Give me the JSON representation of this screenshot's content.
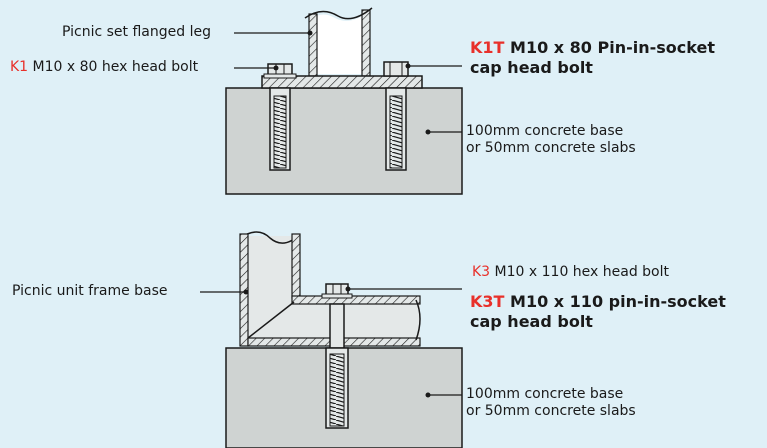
{
  "top": {
    "leg_label": "Picnic set flanged leg",
    "k1_code": "K1",
    "k1_text": " M10 x 80 hex head bolt",
    "k1t_code": "K1T",
    "k1t_text_line1": " M10 x 80 Pin-in-socket",
    "k1t_text_line2": "cap head bolt",
    "base_line1": "100mm concrete base",
    "base_line2": "or 50mm concrete slabs"
  },
  "bottom": {
    "frame_label": "Picnic unit frame base",
    "k3_code": "K3",
    "k3_text": " M10 x 110 hex head bolt",
    "k3t_code": "K3T",
    "k3t_text_line1": " M10 x 110 pin-in-socket",
    "k3t_text_line2": "cap head bolt",
    "base_line1": "100mm concrete base",
    "base_line2": "or 50mm concrete slabs"
  },
  "colors": {
    "background": "#dff0f7",
    "concrete": "#cfd3d2",
    "steel": "#e4e8e8",
    "outline": "#1a1a1a",
    "accent": "#e8302a"
  }
}
